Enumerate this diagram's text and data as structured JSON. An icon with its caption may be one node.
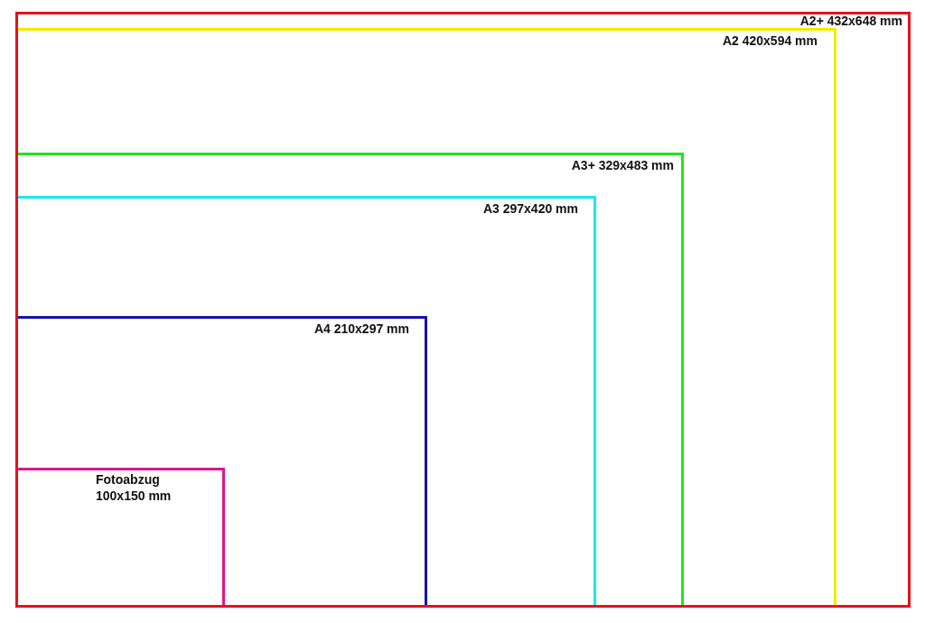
{
  "diagram": {
    "nodes": [
      {
        "text": [
          "A2+ 432x648 mm"
        ]
      },
      {
        "text": [
          "A2 420x594 mm"
        ],
        "in": 0
      },
      {
        "text": [
          "A3+ 329x483 mm"
        ],
        "in": 1
      },
      {
        "text": [
          "A3 297x420 mm"
        ],
        "in": 2
      },
      {
        "text": [
          "A4 210x297 mm"
        ],
        "in": 3
      },
      {
        "text": [
          "Fotoabzug 100x150 mm"
        ],
        "in": 4
      }
    ]
  }
}
